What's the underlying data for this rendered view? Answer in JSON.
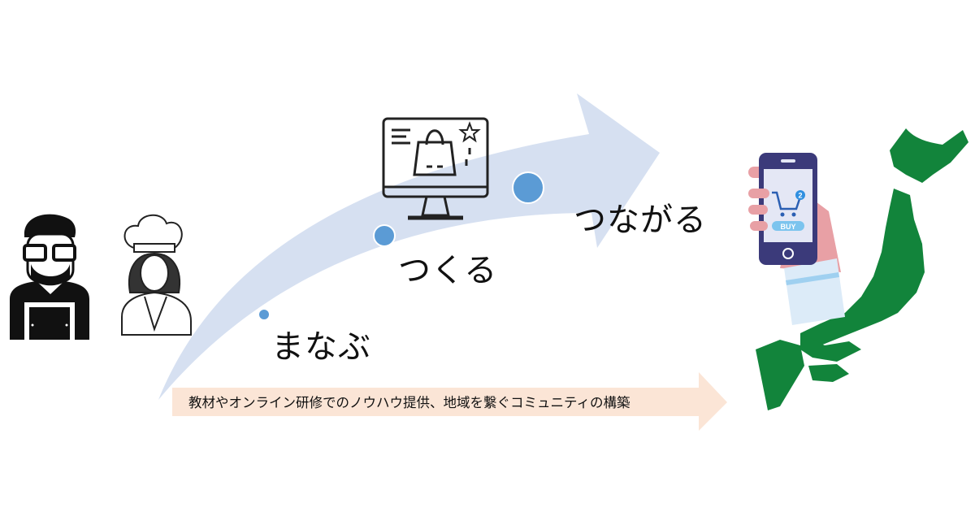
{
  "steps": [
    {
      "label": "まなぶ"
    },
    {
      "label": "つくる"
    },
    {
      "label": "つながる"
    }
  ],
  "banner": {
    "text": "教材やオンライン研修でのノウハウ提供、地域を繋ぐコミュニティの構築"
  },
  "phone": {
    "button_label": "BUY",
    "cart_badge": "2"
  },
  "colors": {
    "arrow": "#d6e0f1",
    "dot": "#5b9bd5",
    "banner": "#fbe5d6",
    "map": "#12843b",
    "phone": "#3b3a7a"
  }
}
